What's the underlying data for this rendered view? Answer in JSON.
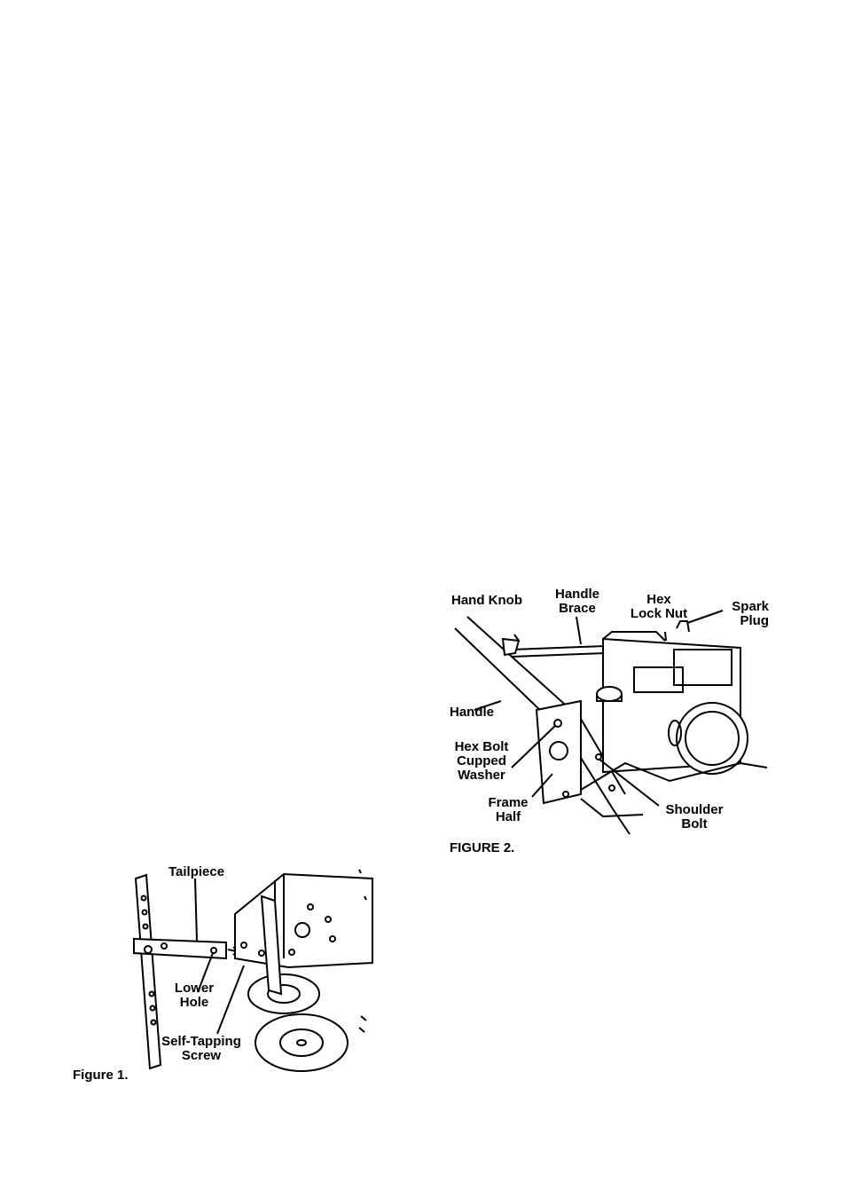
{
  "figure1": {
    "caption": "Figure 1.",
    "labels": {
      "tailpiece": "Tailpiece",
      "lower_hole_line1": "Lower",
      "lower_hole_line2": "Hole",
      "self_tapping_line1": "Self-Tapping",
      "self_tapping_line2": "Screw"
    }
  },
  "figure2": {
    "caption": "FIGURE 2.",
    "labels": {
      "hand_knob": "Hand Knob",
      "handle_brace_line1": "Handle",
      "handle_brace_line2": "Brace",
      "hex_lock_nut_line1": "Hex",
      "hex_lock_nut_line2": "Lock Nut",
      "spark_plug_line1": "Spark",
      "spark_plug_line2": "Plug",
      "handle": "Handle",
      "hex_bolt_line1": "Hex Bolt",
      "hex_bolt_line2": "Cupped",
      "hex_bolt_line3": "Washer",
      "frame_half_line1": "Frame",
      "frame_half_line2": "Half",
      "shoulder_bolt_line1": "Shoulder",
      "shoulder_bolt_line2": "Bolt"
    }
  }
}
